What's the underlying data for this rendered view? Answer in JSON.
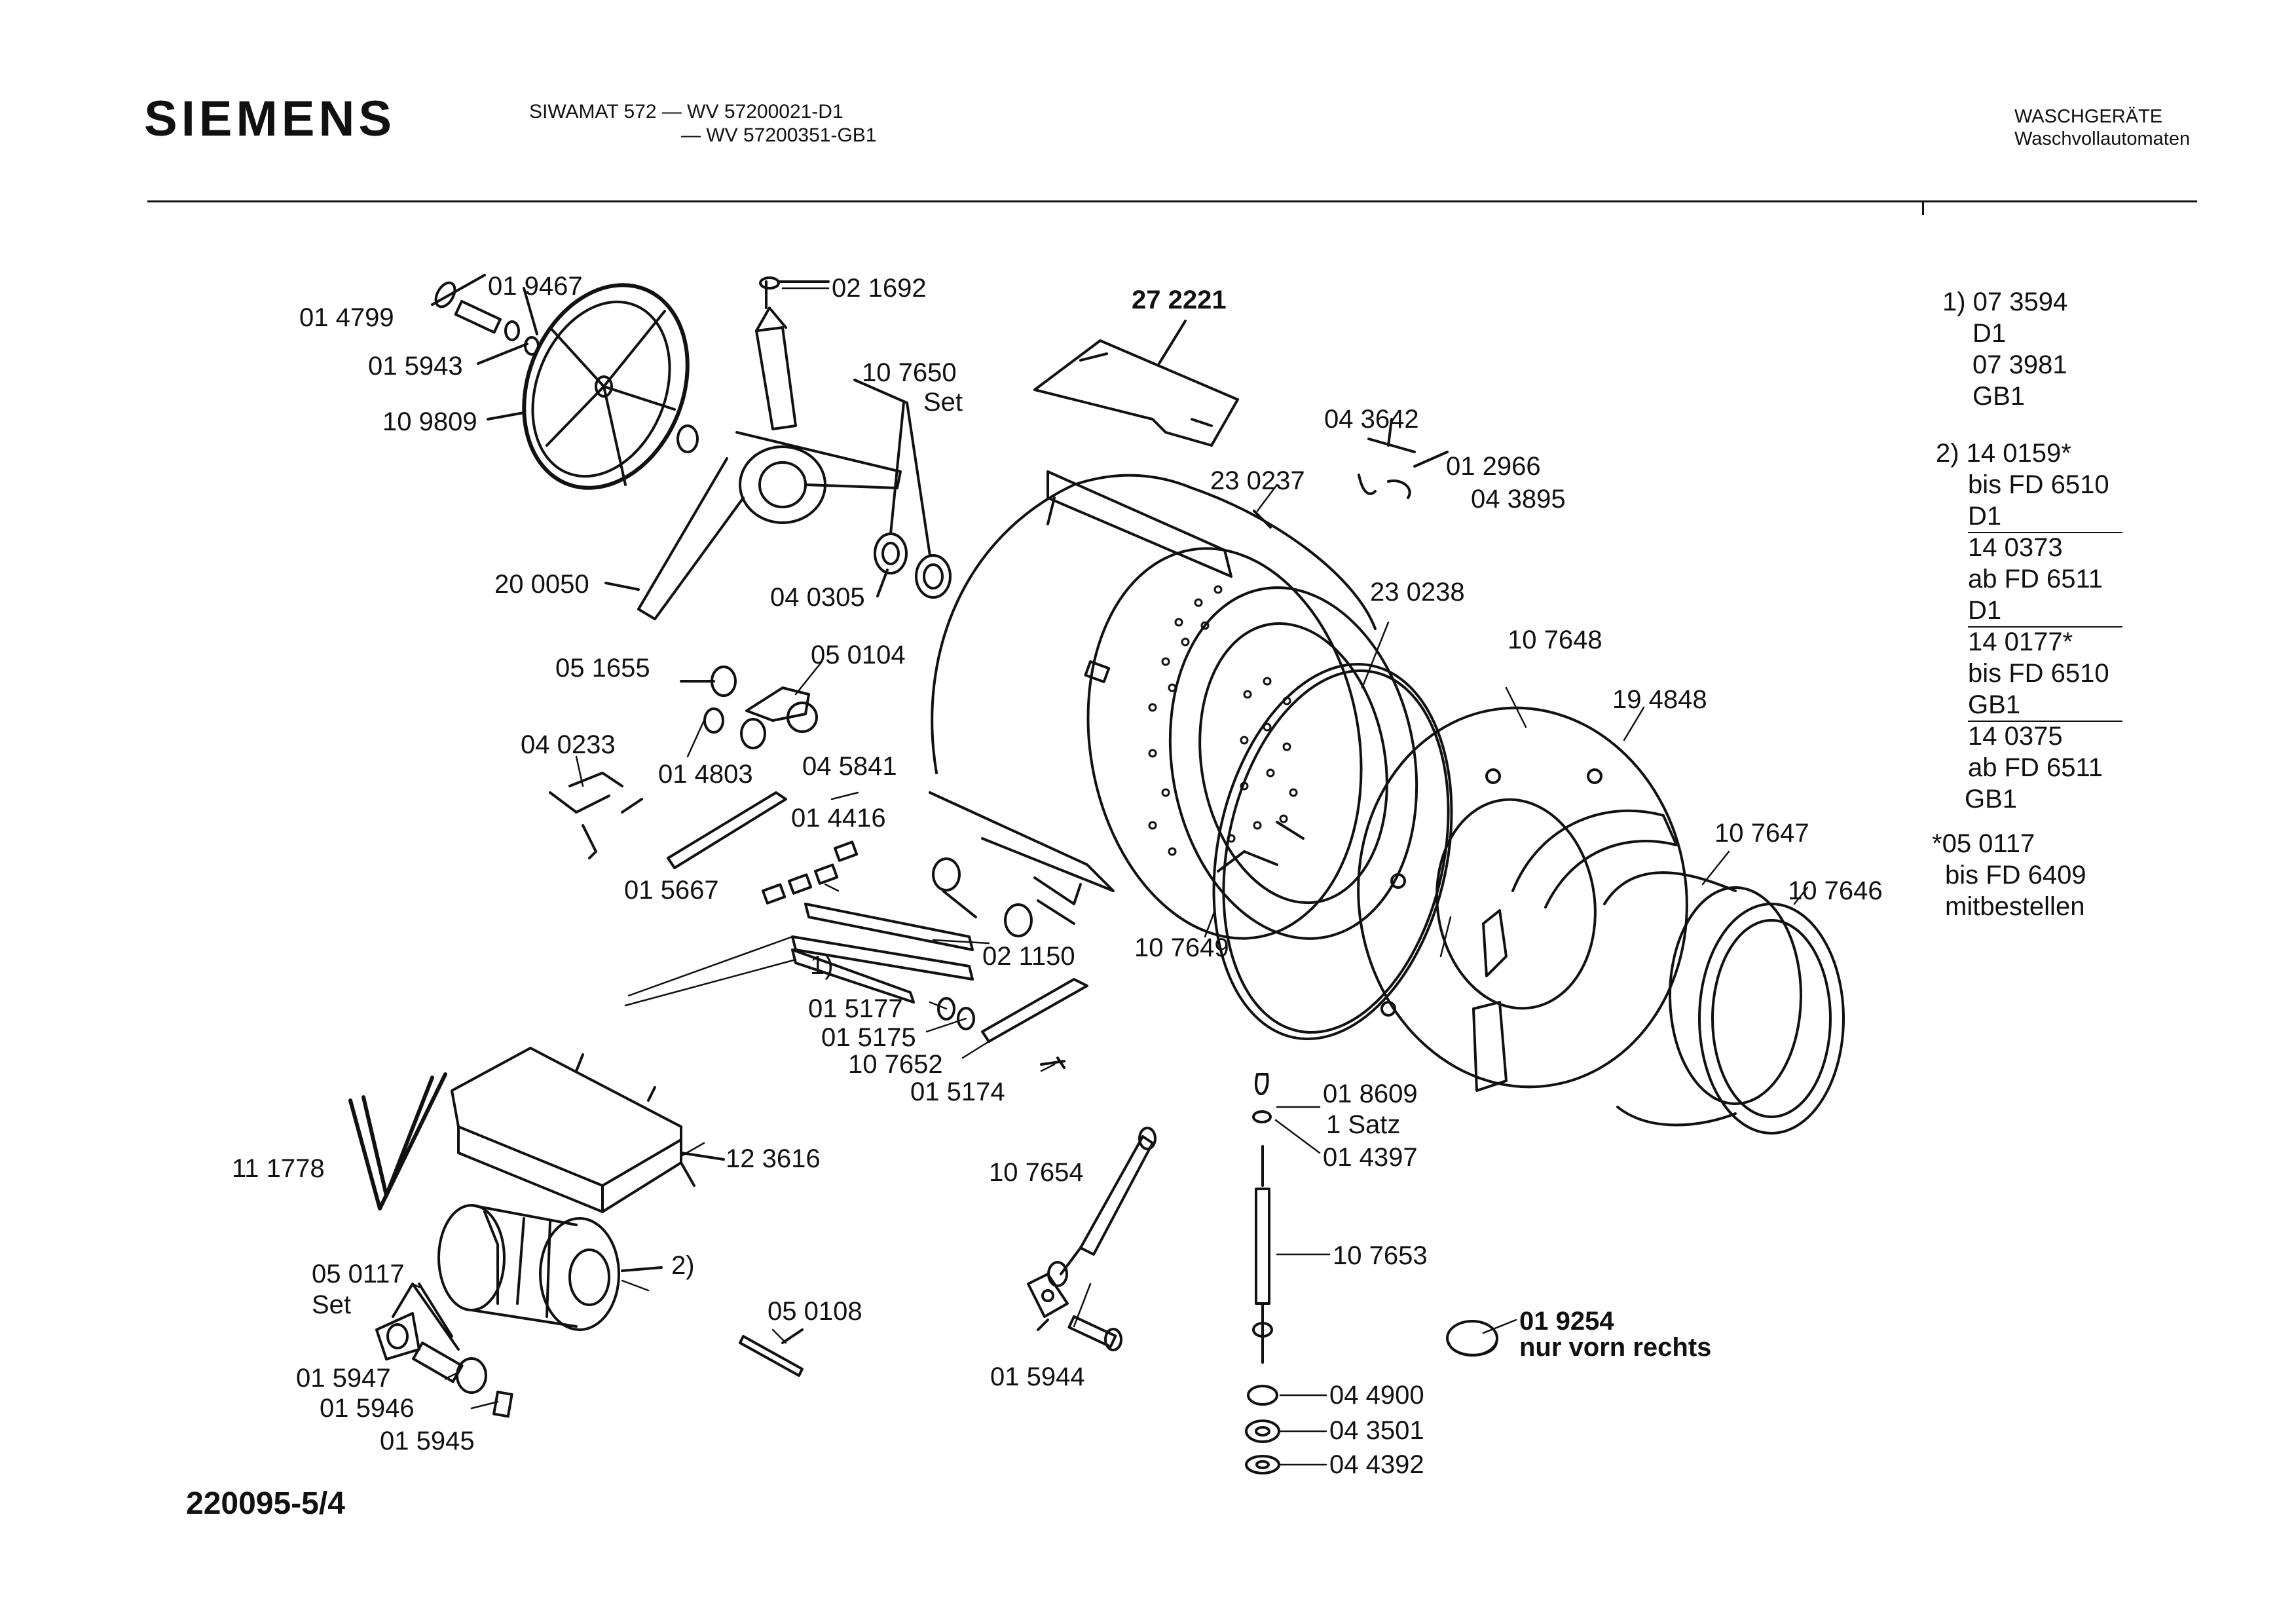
{
  "header": {
    "brand": "SIEMENS",
    "model_line1": "SIWAMAT 572 — WV 57200021-D1",
    "model_line2": "— WV 57200351-GB1",
    "category": "WASCHGERÄTE",
    "subcategory": "Waschvollautomaten"
  },
  "parts": {
    "p_019467": "01 9467",
    "p_014799": "01 4799",
    "p_015943": "01 5943",
    "p_109809": "10 9809",
    "p_021692": "02 1692",
    "p_107650": "10 7650",
    "set_a": "Set",
    "p_200050": "20 0050",
    "p_040305": "04 0305",
    "p_272221": "27 2221",
    "p_043642": "04 3642",
    "p_012966": "01 2966",
    "p_230237": "23 0237",
    "p_043895": "04 3895",
    "p_230238": "23 0238",
    "p_107648": "10 7648",
    "p_194848": "19 4848",
    "p_051655": "05 1655",
    "p_050104": "05 0104",
    "p_040233": "04 0233",
    "p_014803": "01 4803",
    "p_045841": "04 5841",
    "p_014416": "01 4416",
    "p_015667": "01 5667",
    "p_1": "1)",
    "p_021150": "02 1150",
    "p_107649": "10 7649",
    "p_107647": "10 7647",
    "p_107646": "10 7646",
    "p_015177": "01 5177",
    "p_015175": "01 5175",
    "p_107652": "10 7652",
    "p_015174": "01 5174",
    "p_018609": "01 8609",
    "satz": "1 Satz",
    "p_014397": "01 4397",
    "p_111778": "11 1778",
    "p_123616": "12 3616",
    "p_107654": "10 7654",
    "p_107653": "10 7653",
    "p_2": "2)",
    "p_050117": "05 0117",
    "set_b": "Set",
    "p_050108": "05 0108",
    "p_015944": "01 5944",
    "p_019254": "01 9254",
    "nur_vorn": "nur vorn rechts",
    "p_015947": "01 5947",
    "p_015946": "01 5946",
    "p_015945": "01 5945",
    "p_044900": "04 4900",
    "p_043501": "04 3501",
    "p_044392": "04 4392"
  },
  "notes": [
    "1) 07 3594",
    "D1",
    "07 3981",
    "GB1",
    "2) 14 0159*",
    "bis FD 6510",
    "D1",
    "14 0373",
    "ab FD 6511",
    "D1",
    "14 0177*",
    "bis FD 6510",
    "GB1",
    "14 0375",
    "ab FD 6511",
    "GB1",
    "*05 0117",
    "bis FD 6409",
    "mitbestellen"
  ],
  "footer": "220095-5/4"
}
